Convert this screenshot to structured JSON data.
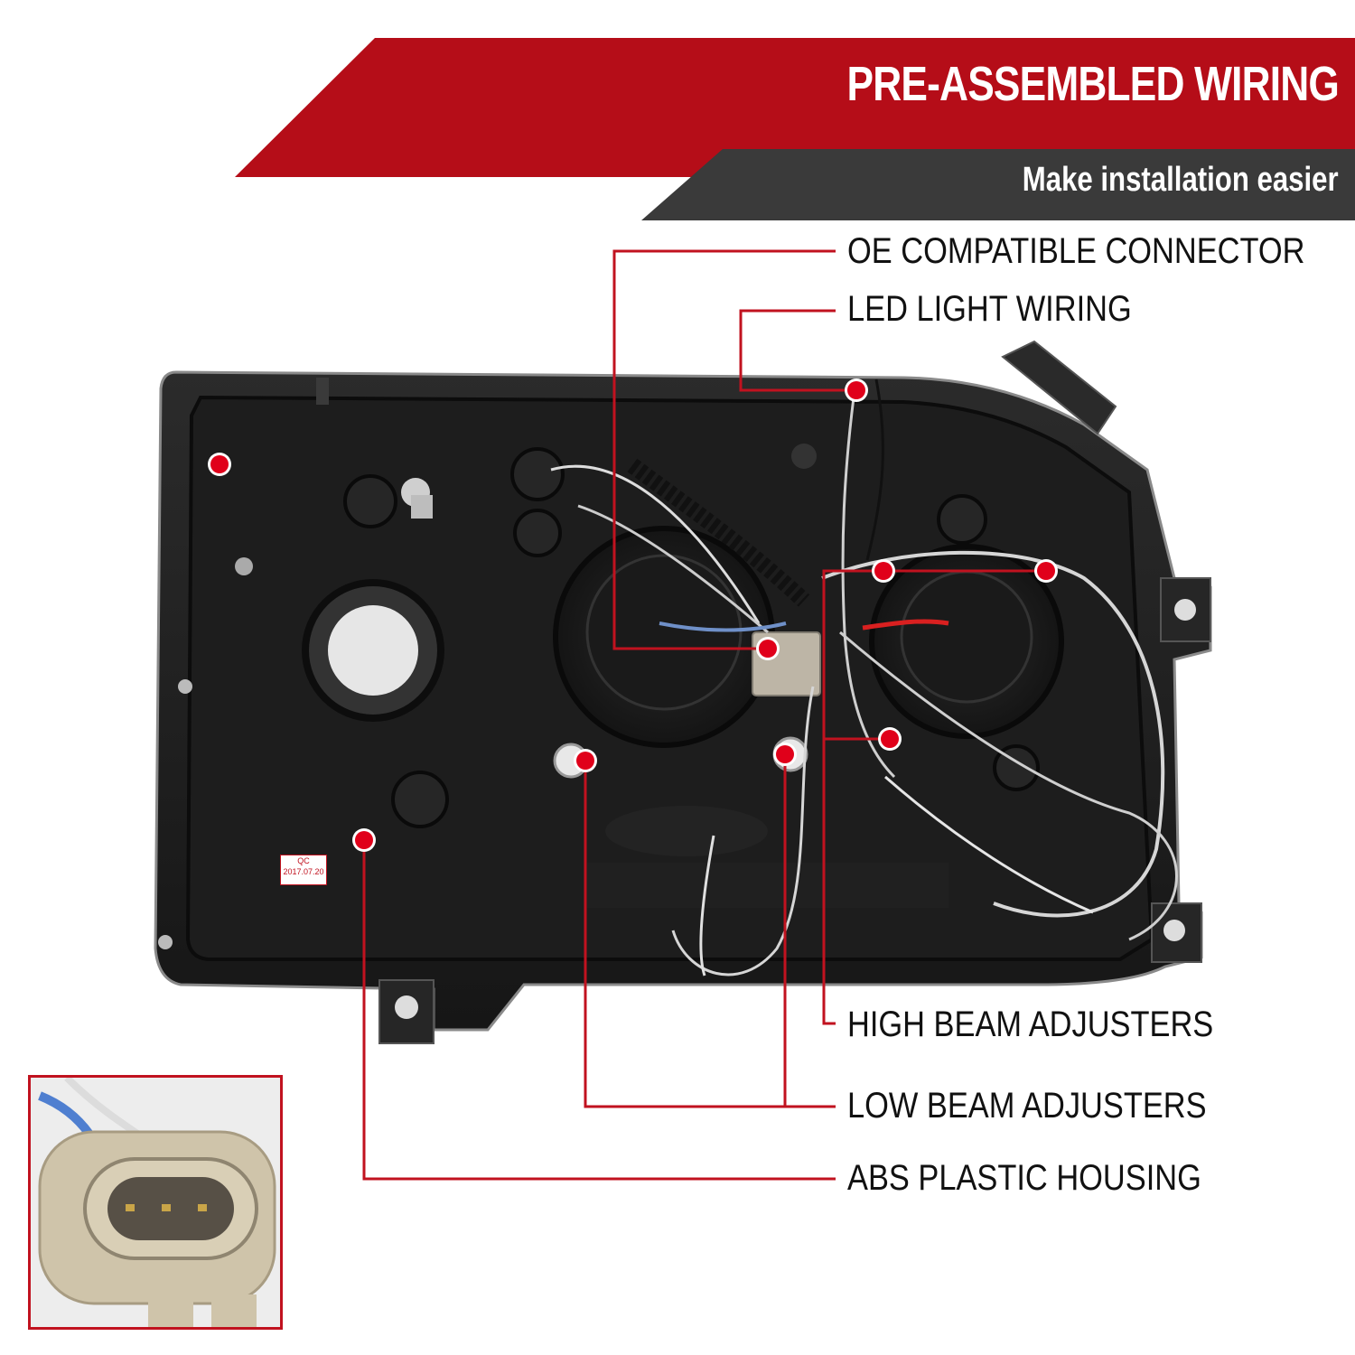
{
  "banner": {
    "title": "PRE-ASSEMBLED WIRING",
    "subtitle": "Make installation easier"
  },
  "callouts": [
    {
      "label": "OE COMPATIBLE CONNECTOR"
    },
    {
      "label": "LED LIGHT WIRING"
    },
    {
      "label": "HIGH BEAM ADJUSTERS"
    },
    {
      "label": "LOW BEAM ADJUSTERS"
    },
    {
      "label": "ABS PLASTIC HOUSING"
    }
  ],
  "qc_label": {
    "line1": "QC",
    "line2": "2017.07.20"
  },
  "colors": {
    "accent_red": "#c1121f",
    "banner_red": "#b50d18",
    "banner_dark": "#3a3a3a",
    "housing": "#1c1c1c",
    "marker_dot": "#e0001a"
  }
}
